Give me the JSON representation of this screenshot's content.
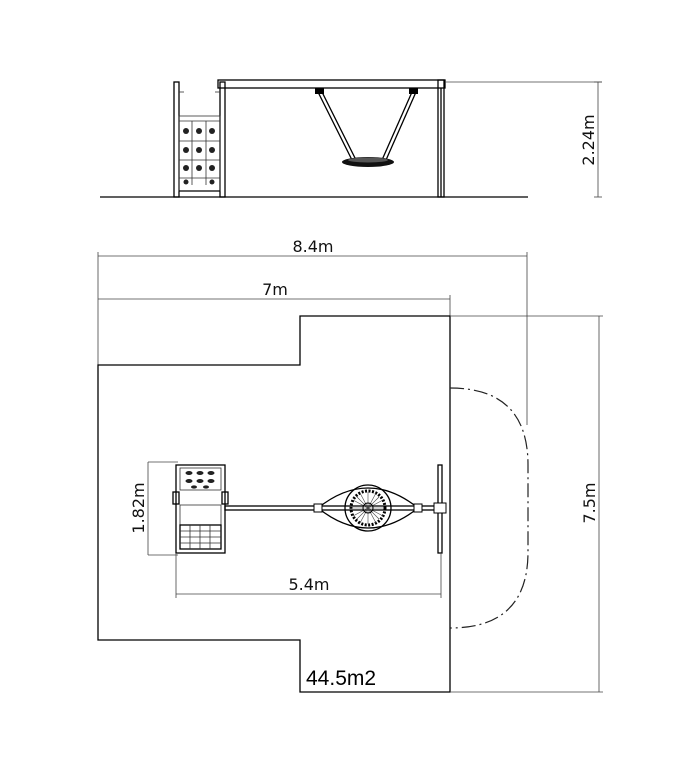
{
  "elevation_view": {
    "height_label": "2.24m"
  },
  "plan_view": {
    "total_width_label": "8.4m",
    "surface_width_label": "7m",
    "total_depth_label": "7.5m",
    "equipment_depth_label": "1.82m",
    "equipment_length_label": "5.4m",
    "area_label": "44.5m2"
  }
}
